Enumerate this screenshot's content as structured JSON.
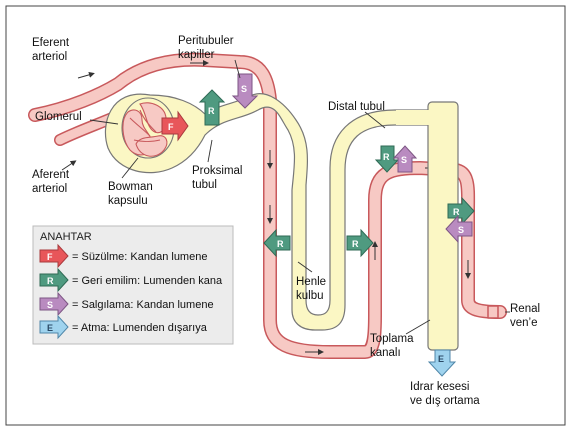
{
  "labels": {
    "efferent": [
      "Eferent",
      "arteriol"
    ],
    "glomerul": "Glomerul",
    "afferent": [
      "Aferent",
      "arteriol"
    ],
    "bowman": [
      "Bowman",
      "kapsulu"
    ],
    "peritubular": [
      "Peritubuler",
      "kapiller"
    ],
    "proximal": [
      "Proksimal",
      "tubul"
    ],
    "distal": "Distal tubul",
    "henle": [
      "Henle",
      "kulbu"
    ],
    "collecting": [
      "Toplama",
      "kanalı"
    ],
    "renal_vein": [
      "Renal",
      "ven’e"
    ],
    "urine": [
      "Idrar kesesi",
      "ve dış ortama"
    ]
  },
  "badges": {
    "F": "F",
    "R": "R",
    "S": "S",
    "E": "E"
  },
  "key": {
    "title": "ANAHTAR",
    "items": [
      {
        "letter": "F",
        "text": "= Süzülme: Kandan lumene",
        "color": "#e8565a"
      },
      {
        "letter": "R",
        "text": "= Geri emilim: Lumenden kana",
        "color": "#4f9a80"
      },
      {
        "letter": "S",
        "text": "= Salgılama: Kandan lumene",
        "color": "#b98bc0"
      },
      {
        "letter": "E",
        "text": "= Atma: Lumenden dışarıya",
        "color": "#9fd3ee"
      }
    ]
  },
  "colors": {
    "vessel": "#f7c9c4",
    "vessel_stroke": "#d35a5a",
    "tubule": "#fbf7c4",
    "tubule_stroke": "#777777",
    "key_bg": "#ececec"
  }
}
